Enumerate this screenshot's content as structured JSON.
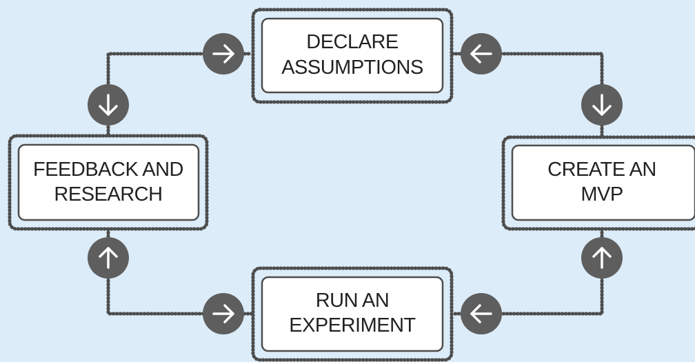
{
  "diagram": {
    "nodes": [
      {
        "id": "declare",
        "line1": "DECLARE",
        "line2": "ASSUMPTIONS"
      },
      {
        "id": "create",
        "line1": "CREATE AN",
        "line2": "MVP"
      },
      {
        "id": "run",
        "line1": "RUN AN",
        "line2": "EXPERIMENT"
      },
      {
        "id": "feedback",
        "line1": "FEEDBACK AND",
        "line2": "RESEARCH"
      }
    ],
    "arrows": [
      {
        "from": "feedback",
        "to": "declare",
        "icon": "arrow-right-icon"
      },
      {
        "from": "declare",
        "to": "create",
        "icon": "arrow-down-icon"
      },
      {
        "from": "create",
        "to": "run",
        "icon": "arrow-left-icon"
      },
      {
        "from": "run",
        "to": "feedback",
        "icon": "arrow-up-icon"
      }
    ],
    "colors": {
      "background": "#dcecf9",
      "box_fill": "#ffffff",
      "box_border": "#4d4d4d",
      "dotted_line": "#4d4d4d",
      "arrow_circle": "#5e5e5e",
      "arrow_glyph": "#ffffff",
      "text": "#222222"
    }
  }
}
